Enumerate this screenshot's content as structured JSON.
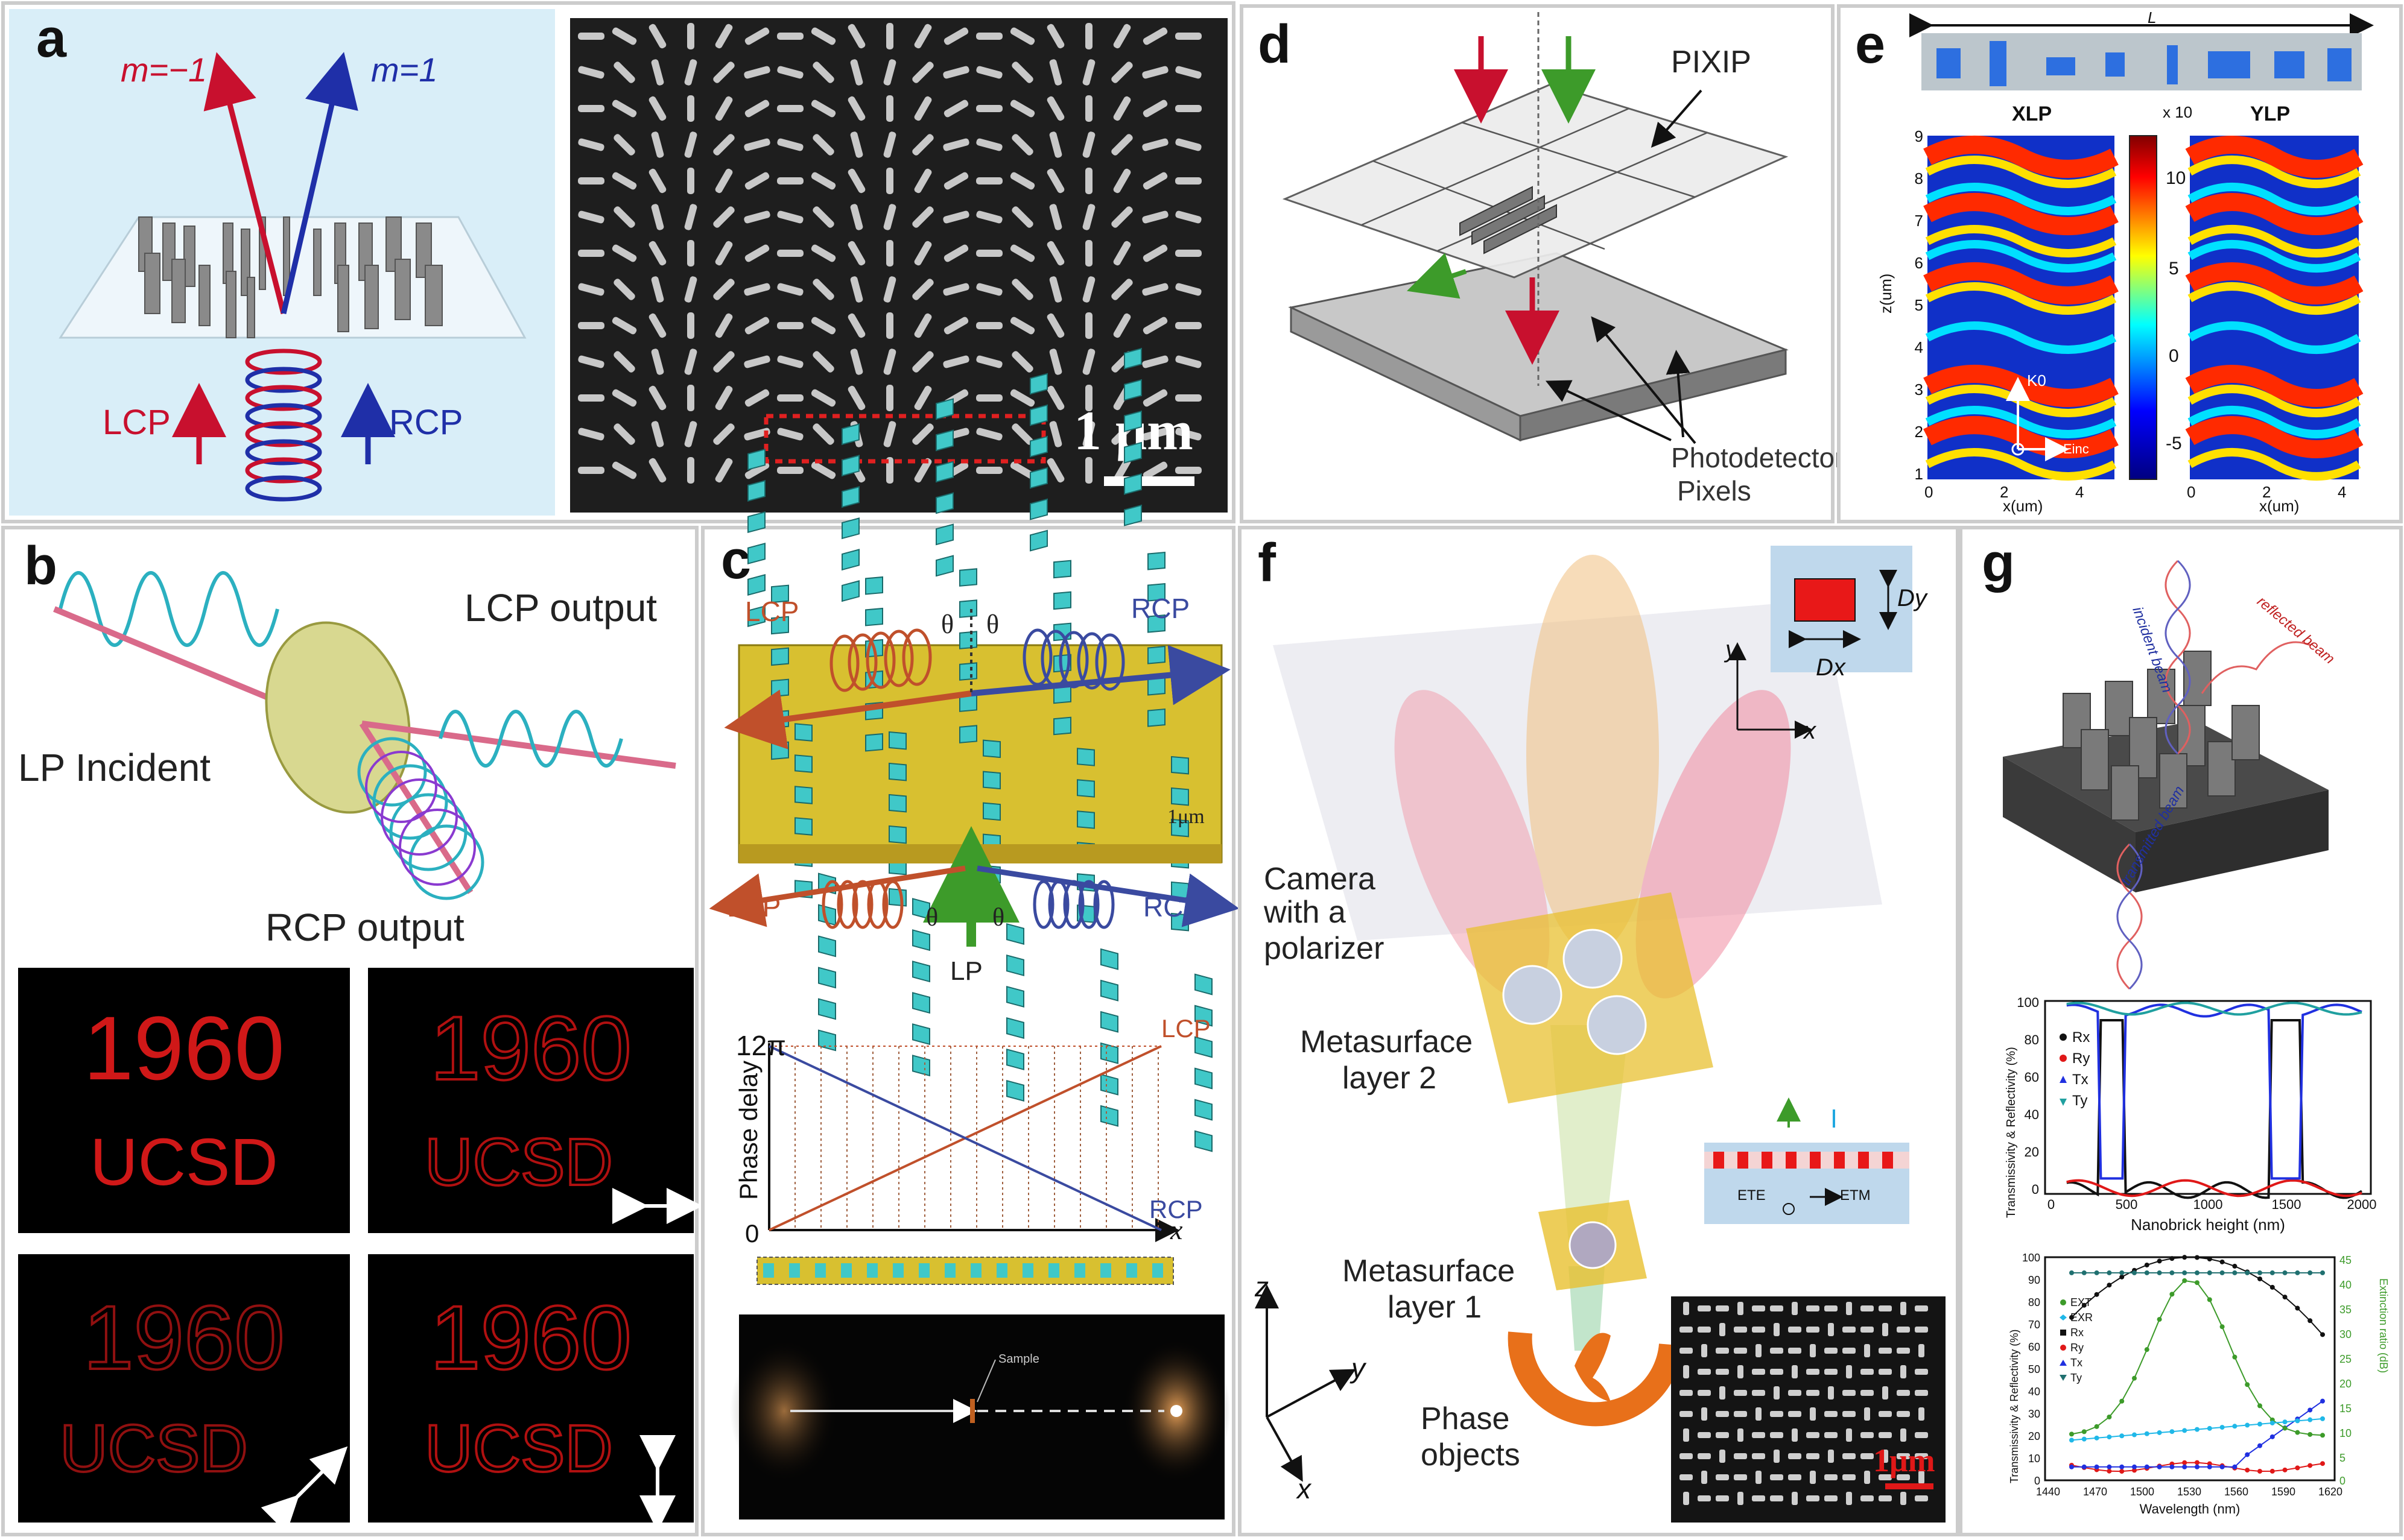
{
  "panels": {
    "a": {
      "letter": "a",
      "m_minus": "m=−1",
      "m_plus": "m=1",
      "lcp": "LCP",
      "rcp": "RCP",
      "scale_label": "1 μm"
    },
    "b": {
      "letter": "b",
      "lp_incident": "LP Incident",
      "lcp_output": "LCP output",
      "rcp_output": "RCP output",
      "img_number": "1960",
      "img_text": "UCSD"
    },
    "c": {
      "letter": "c",
      "lcp_top": "LCP",
      "rcp_top": "RCP",
      "theta": "θ",
      "scale": "1μm",
      "lcp_bottom": "LCP",
      "rcp_bottom": "RCP",
      "lp": "LP",
      "chart_ytop": "12π",
      "chart_yzero": "0",
      "chart_x": "x",
      "chart_ylabel": "Phase delay",
      "chart_lcp": "LCP",
      "chart_rcp": "RCP",
      "sample": "Sample"
    },
    "d": {
      "letter": "d",
      "pixip": "PIXIP",
      "photodetector": "Photodetector",
      "pixels": "Pixels"
    },
    "e": {
      "letter": "e",
      "length_label": "L",
      "xlp": "XLP",
      "ylp": "YLP",
      "colorbar_exp": "x 10",
      "colorbar_ticks": [
        "10",
        "5",
        "0",
        "-5"
      ],
      "yaxis_label": "z(um)",
      "yaxis_ticks": [
        "9",
        "8",
        "7",
        "6",
        "5",
        "4",
        "3",
        "2",
        "1"
      ],
      "xaxis_label": "x(um)",
      "xaxis_ticks": [
        "0",
        "2",
        "4"
      ],
      "k0": "K0",
      "einc": "Einc"
    },
    "f": {
      "letter": "f",
      "camera": [
        "Camera",
        "with a",
        "polarizer"
      ],
      "meta2": [
        "Metasurface",
        "layer 2"
      ],
      "meta1": [
        "Metasurface",
        "layer 1"
      ],
      "phase_objects": [
        "Phase",
        "objects"
      ],
      "dy": "Dy",
      "dx": "Dx",
      "axis_y": "y",
      "axis_x": "x",
      "axis_z": "z",
      "inset_ete": "ETE",
      "inset_etm": "ETM",
      "scale": "1μm"
    },
    "g": {
      "letter": "g",
      "incident_beam": "incident beam",
      "reflected_beam": "reflected beam",
      "transmitted_beam": "transmitted beam",
      "plot1_ylabel": "Transmissivity & Reflectivity (%)",
      "plot1_xlabel": "Nanobrick height (nm)",
      "plot1_yticks": [
        "100",
        "80",
        "60",
        "40",
        "20",
        "0"
      ],
      "plot1_xticks": [
        "0",
        "500",
        "1000",
        "1500",
        "2000"
      ],
      "plot1_legend": [
        "Rx",
        "Ry",
        "Tx",
        "Ty"
      ],
      "plot2_ylabel": "Transmissivity & Reflectivity (%)",
      "plot2_y2label": "Extinction ratio (dB)",
      "plot2_xlabel": "Wavelength (nm)",
      "plot2_yticks": [
        "100",
        "90",
        "80",
        "70",
        "60",
        "50",
        "40",
        "30",
        "20",
        "10",
        "0"
      ],
      "plot2_y2ticks": [
        "45",
        "40",
        "35",
        "30",
        "25",
        "20",
        "15",
        "10",
        "5",
        "0"
      ],
      "plot2_xticks": [
        "1440",
        "1470",
        "1500",
        "1530",
        "1560",
        "1590",
        "1620"
      ],
      "plot2_legend": [
        "EXT",
        "EXR",
        "Rx",
        "Ry",
        "Tx",
        "Ty"
      ]
    }
  },
  "colors": {
    "red": "#c8102e",
    "blue": "#1f2fa8",
    "lcp_brown": "#c0502b",
    "rcp_navy": "#3a4aa0",
    "green": "#3d9b2a",
    "orange": "#e8701a"
  }
}
